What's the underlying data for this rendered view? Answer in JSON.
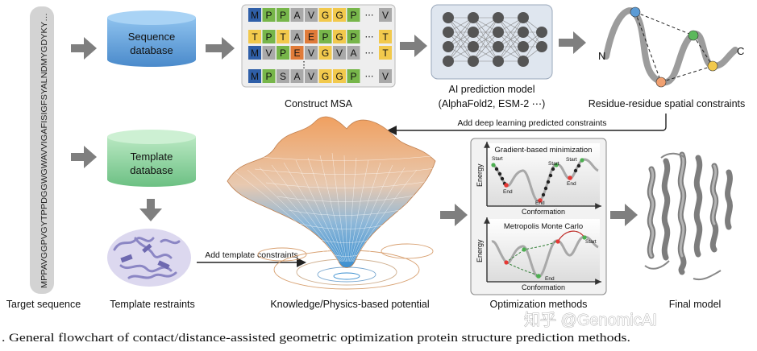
{
  "target_sequence": {
    "sequence": "MPPAVGGPVGYTPPDGGWGWAVVIGAFISIGFSYALNDMYGDYKY…",
    "label": "Target sequence"
  },
  "sequence_database": {
    "line1": "Sequence",
    "line2": "database"
  },
  "template_database": {
    "line1": "Template",
    "line2": "database"
  },
  "msa": {
    "label": "Construct MSA",
    "ellipsis": "⋯",
    "dots": "⋮",
    "rows": [
      {
        "cells": [
          "M",
          "P",
          "P",
          "A",
          "V",
          "G",
          "G",
          "P"
        ],
        "tail": "V"
      },
      {
        "cells": [
          "T",
          "P",
          "T",
          "A",
          "E",
          "P",
          "G",
          "P"
        ],
        "tail": "T"
      },
      {
        "cells": [
          "M",
          "V",
          "P",
          "E",
          "V",
          "G",
          "V",
          "A"
        ],
        "tail": "T"
      },
      {
        "cells": [
          "M",
          "P",
          "S",
          "A",
          "V",
          "G",
          "G",
          "P"
        ],
        "tail": "V"
      }
    ],
    "colors": {
      "M": "#2f5fa8",
      "P": "#77b64a",
      "A": "#a9a9a9",
      "V": "#a9a9a9",
      "G": "#f2c94c",
      "T": "#f2c94c",
      "E": "#e07b39",
      "S": "#a9a9a9"
    }
  },
  "ai_model": {
    "label": "AI prediction model",
    "sublabel": "(AlphaFold2, ESM-2 ⋯)"
  },
  "constraints": {
    "label": "Residue-residue spatial constraints",
    "n_label": "N",
    "c_label": "C"
  },
  "deep_learning_arrow": {
    "label": "Add deep learning predicted constraints"
  },
  "template_arrow": {
    "label": "Add template constraints"
  },
  "template_restraints": {
    "label": "Template restraints"
  },
  "potential": {
    "label": "Knowledge/Physics-based potential"
  },
  "optimization": {
    "label": "Optimization methods",
    "panel1": {
      "title": "Gradient-based minimization",
      "ylabel": "Energy",
      "xlabel": "Conformation",
      "start": "Start",
      "end": "End"
    },
    "panel2": {
      "title": "Metropolis Monte Carlo",
      "ylabel": "Energy",
      "xlabel": "Conformation",
      "start": "Start",
      "end": "End"
    }
  },
  "final_model": {
    "label": "Final model"
  },
  "watermark": "知乎 @GenomicAI",
  "caption": ". General flowchart of contact/distance-assisted geometric optimization protein structure prediction methods.",
  "colors": {
    "arrow": "#7f7f7f",
    "seq_db": "#5b9bd5",
    "template_db": "#8fd19e",
    "node": "#555555",
    "spine": "#9c9c9c",
    "dot_blue": "#5b9bd5",
    "dot_green": "#5cb85c",
    "dot_orange": "#f0a070",
    "dot_yellow": "#f2c94c"
  }
}
